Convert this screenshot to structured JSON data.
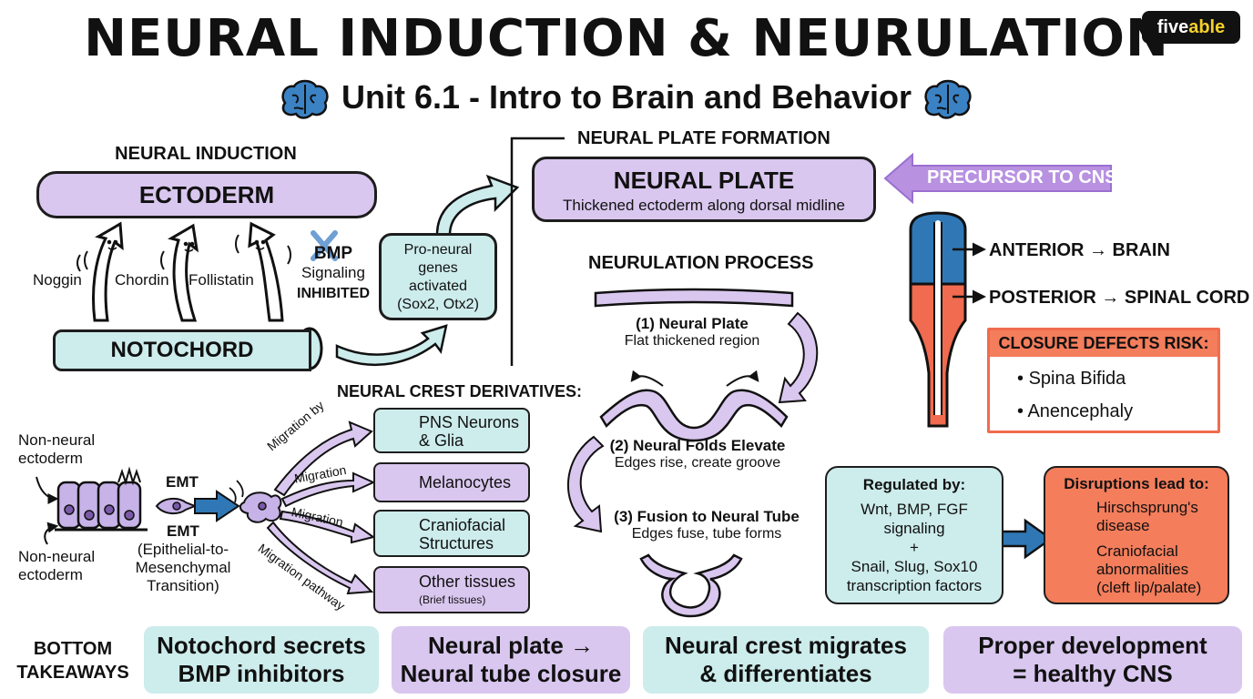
{
  "header": {
    "title": "NEURAL INDUCTION & NEURULATION",
    "subtitle": "Unit 6.1 - Intro to Brain and Behavior",
    "logo_main": "five",
    "logo_accent": "able"
  },
  "induction": {
    "section_title": "NEURAL INDUCTION",
    "ectoderm": "ECTODERM",
    "notochord": "NOTOCHORD",
    "factors": [
      "Noggin",
      "Chordin",
      "Follistatin"
    ],
    "bmp": "BMP",
    "bmp_signaling": "Signaling",
    "bmp_inhibited": "INHIBITED",
    "proneural_lines": [
      "Pro-neural",
      "genes",
      "activated",
      "(Sox2, Otx2)"
    ]
  },
  "plate": {
    "section_title": "NEURAL PLATE FORMATION",
    "title": "NEURAL PLATE",
    "desc": "Thickened ectoderm along dorsal midline",
    "precursor": "PRECURSOR TO CNS",
    "anterior": "ANTERIOR → BRAIN",
    "posterior": "POSTERIOR → SPINAL CORD"
  },
  "neurulation": {
    "section_title": "NEURULATION PROCESS",
    "steps": [
      {
        "title": "(1) Neural Plate",
        "desc": "Flat thickened region"
      },
      {
        "title": "(2) Neural Folds Elevate",
        "desc": "Edges rise, create groove"
      },
      {
        "title": "(3) Fusion to Neural Tube",
        "desc": "Edges fuse, tube forms"
      }
    ]
  },
  "closure": {
    "title": "CLOSURE DEFECTS RISK:",
    "items": [
      "Spina Bifida",
      "Anencephaly"
    ]
  },
  "crest": {
    "section_title": "NEURAL CREST DERIVATIVES:",
    "non_neural_top": [
      "Non-neural",
      "ectoderm"
    ],
    "non_neural_bottom": [
      "Non-neural",
      "ectoderm"
    ],
    "emt_top": "EMT",
    "emt_label": "EMT",
    "emt_expansion": [
      "(Epithelial-to-",
      "Mesenchymal",
      "Transition)"
    ],
    "migration_labels": [
      "Migration by",
      "Migration",
      "Migration",
      "Migration pathway"
    ],
    "derivatives": [
      {
        "lines": [
          "PNS Neurons",
          "& Glia"
        ]
      },
      {
        "lines": [
          "Melanocytes"
        ]
      },
      {
        "lines": [
          "Craniofacial",
          "Structures"
        ]
      },
      {
        "lines": [
          "Other tissues"
        ],
        "note": "(Brief tissues)"
      }
    ]
  },
  "regulated": {
    "title": "Regulated by:",
    "lines": [
      "Wnt, BMP, FGF",
      "signaling",
      "+",
      "Snail, Slug, Sox10",
      "transcription factors"
    ]
  },
  "disruptions": {
    "title": "Disruptions lead to:",
    "items": [
      {
        "lines": [
          "Hirschsprung's",
          "disease"
        ]
      },
      {
        "lines": [
          "Craniofacial",
          "abnormalities",
          "(cleft lip/palate)"
        ]
      }
    ]
  },
  "takeaways": {
    "label_lines": [
      "BOTTOM",
      "TAKEAWAYS"
    ],
    "items": [
      {
        "lines": [
          "Notochord secrets",
          "BMP inhibitors"
        ]
      },
      {
        "lines": [
          "Neural plate →",
          "Neural tube closure"
        ]
      },
      {
        "lines": [
          "Neural crest migrates",
          "& differentiates"
        ]
      },
      {
        "lines": [
          "Proper development",
          "= healthy CNS"
        ]
      }
    ]
  },
  "colors": {
    "lavender": "#d9c7ef",
    "teal": "#cdecec",
    "orange": "#f47d5b",
    "blue": "#2f78b5",
    "red": "#f06b4f",
    "purple_arrow": "#9b6fd1",
    "teal_arrow": "#1f8fa3"
  }
}
